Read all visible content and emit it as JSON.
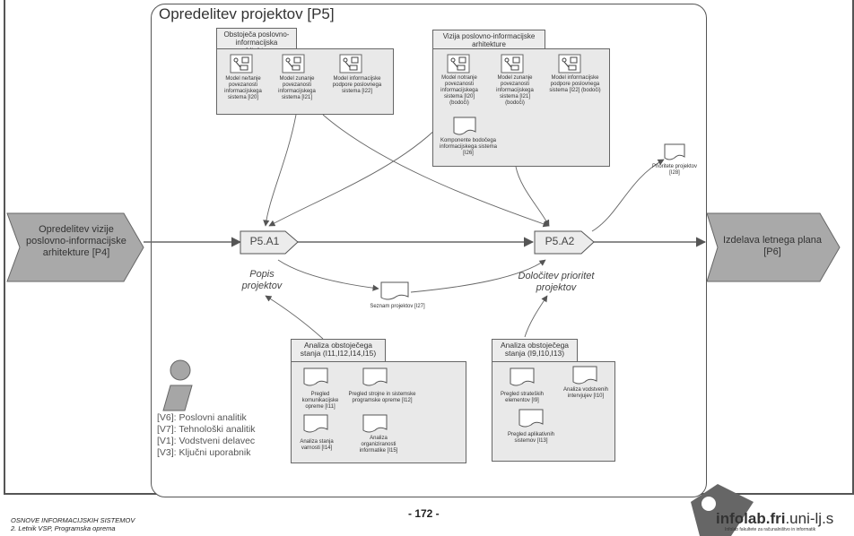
{
  "process": {
    "title": "Opredelitev projektov [P5]",
    "input_arrow": "Opredelitev vizije poslovno-informacijske arhitekture [P4]",
    "output_arrow": "Izdelava letnega plana [P6]",
    "activities": [
      {
        "id": "P5.A1",
        "name": "Popis projektov"
      },
      {
        "id": "P5.A2",
        "name": "Določitev prioritet projektov"
      }
    ]
  },
  "groups": {
    "existing_arch": {
      "title": "Obstoječa poslovno-informacijska arhitektura",
      "items": [
        "Model ne/tanje povezanosti informacijskega sistema [I20]",
        "Model zunanje povezanosti informacijskega sistema [I21]",
        "Model informacijske podpore poslovnega sistema [I22]"
      ]
    },
    "vision_arch": {
      "title": "Vizija poslovno-informacijske arhitekture",
      "items": [
        "Model notranje povezanosti informacijskega sistema [I20] (bodoči)",
        "Model zunanje povezanosti informacijskega sistema [I21] (bodoči)",
        "Model informacijske podpore poslovnega sistema [I22] (bodoči)"
      ],
      "doc": "Komponente bodočega informacijskega sistema [I26]"
    },
    "current_state_1": {
      "title": "Analiza obstoječega stanja (I11,I12,I14,I15)",
      "items": [
        "Pregled komunikacijske opreme [I11]",
        "Pregled strojne in sistemske programske opreme [I12]",
        "Analiza stanja varnosti [I14]",
        "Analiza organiziranosti informatike [I15]"
      ]
    },
    "current_state_2": {
      "title": "Analiza obstoječega stanja (I9,I10,I13)",
      "items": [
        "Pregled strateških elementov [I9]",
        "Analiza vodstvenih intervjujev [I10]",
        "Pregled aplikativnih sistemov [I13]"
      ]
    }
  },
  "docs": {
    "priorities": "Prioritete projektov [I28]",
    "project_list": "Seznam projektov [I27]"
  },
  "legend": [
    "[V6]: Poslovni analitik",
    "[V7]: Tehnološki analitik",
    "[V1]: Vodstveni delavec",
    "[V3]: Ključni uporabnik"
  ],
  "footer": {
    "course": "OSNOVE INFORMACIJSKIH SISTEMOV",
    "year": "2. Letnik VSP, Programska oprema",
    "page": "- 172 -",
    "brand_a": "infolab.",
    "brand_b": "fri",
    "brand_c": ".uni-lj.s",
    "brand_sub": "Infolab fakultete za računalništvo in informatik"
  },
  "colors": {
    "arrow_fill": "#a9a9a9",
    "group_fill": "#e9e9e9",
    "pentagon_fill": "#ececec"
  }
}
